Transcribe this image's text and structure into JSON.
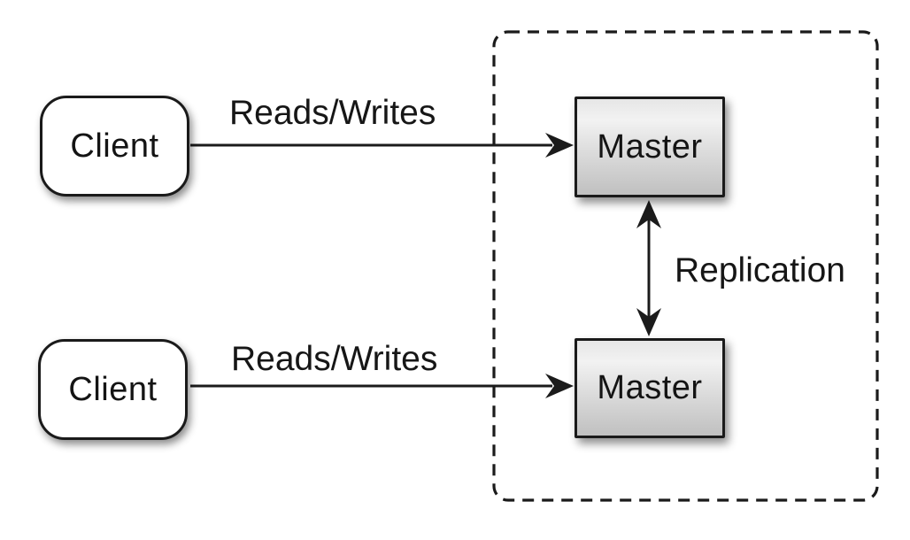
{
  "diagram": {
    "type": "architecture-diagram",
    "description_hint": "two clients performing reads/writes against two replicated master nodes inside a dashed group boundary",
    "nodes": {
      "client_top": {
        "label": "Client"
      },
      "client_bottom": {
        "label": "Client"
      },
      "master_top": {
        "label": "Master"
      },
      "master_bottom": {
        "label": "Master"
      }
    },
    "edges": {
      "reads_writes_top": {
        "label": "Reads/Writes",
        "from": "client_top",
        "to": "master_top",
        "direction": "right"
      },
      "reads_writes_bottom": {
        "label": "Reads/Writes",
        "from": "client_bottom",
        "to": "master_bottom",
        "direction": "right"
      },
      "replication": {
        "label": "Replication",
        "from": "master_top",
        "to": "master_bottom",
        "direction": "both"
      }
    },
    "group": {
      "style": "dashed-rounded-rectangle",
      "contains": [
        "master_top",
        "master_bottom"
      ]
    },
    "colors": {
      "background": "#ffffff",
      "ink": "#1a1a1a",
      "client_fill": "#ffffff",
      "master_gradient_top": "#f2f2f2",
      "master_gradient_bottom": "#c0c0c0"
    }
  }
}
